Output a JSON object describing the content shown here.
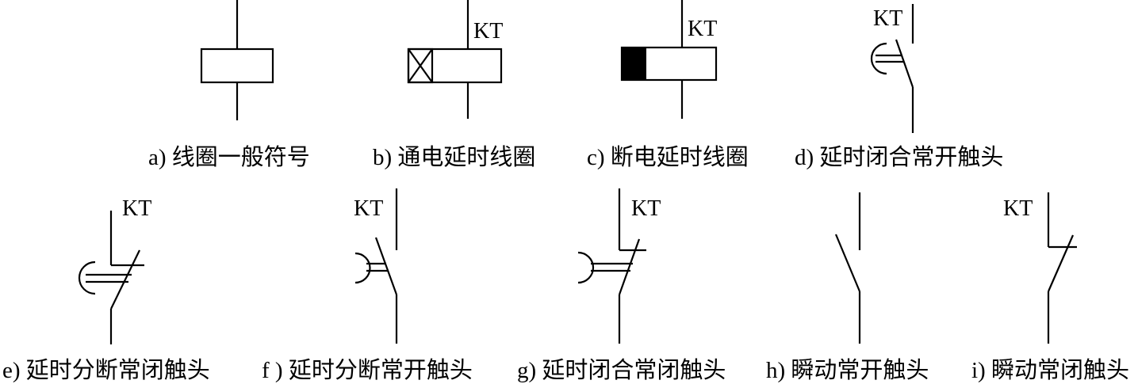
{
  "symbols": {
    "a": {
      "caption": "a) 线圈一般符号"
    },
    "b": {
      "caption": "b) 通电延时线圈",
      "tag": "KT"
    },
    "c": {
      "caption": "c) 断电延时线圈",
      "tag": "KT"
    },
    "d": {
      "caption": "d) 延时闭合常开触头",
      "tag": "KT"
    },
    "e": {
      "caption": "e) 延时分断常闭触头",
      "tag": "KT"
    },
    "f": {
      "caption": "f ) 延时分断常开触头",
      "tag": "KT"
    },
    "g": {
      "caption": "g) 延时闭合常闭触头",
      "tag": "KT"
    },
    "h": {
      "caption": "h) 瞬动常开触头"
    },
    "i": {
      "caption": "i) 瞬动常闭触头",
      "tag": "KT"
    }
  }
}
